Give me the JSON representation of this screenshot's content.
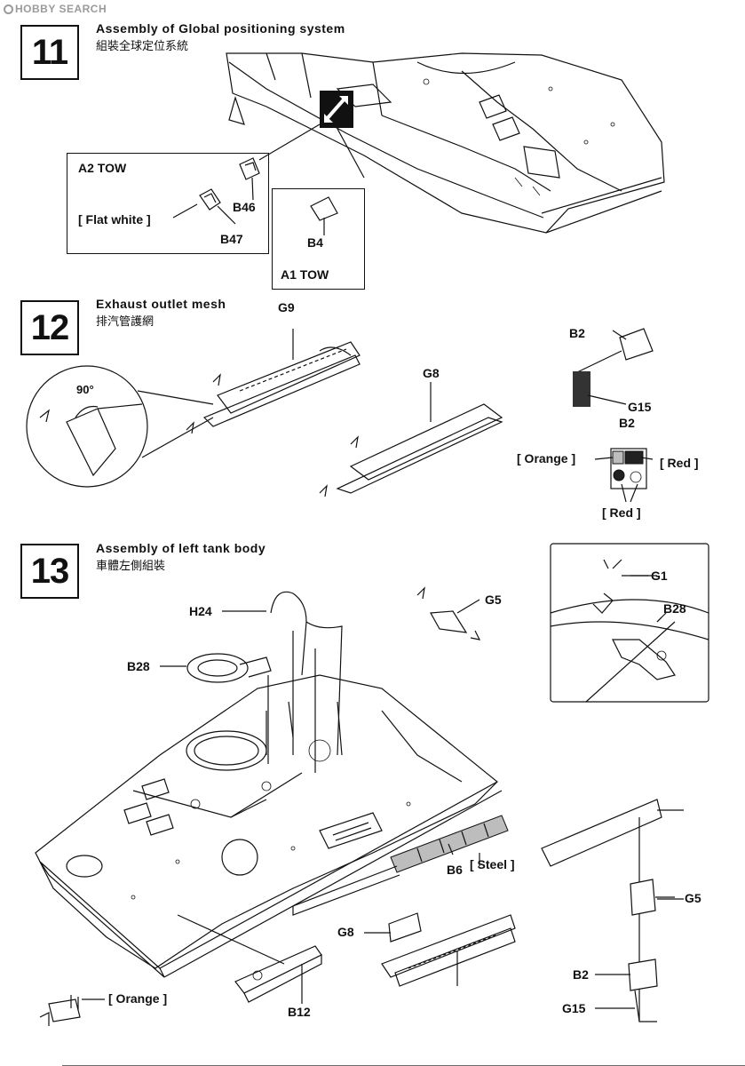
{
  "watermark": {
    "text": "HOBBY SEARCH"
  },
  "steps": [
    {
      "number": "11",
      "title": "Assembly of Global positioning system",
      "subtitle": "組裝全球定位系統"
    },
    {
      "number": "12",
      "title": "Exhaust outlet mesh",
      "subtitle": "排汽管護網"
    },
    {
      "number": "13",
      "title": "Assembly of left tank body",
      "subtitle": "車體左側組裝"
    }
  ],
  "step11": {
    "variant_a2": {
      "label": "A2 TOW",
      "paint": "[ Flat white ]",
      "parts": [
        "B46",
        "B47"
      ]
    },
    "variant_a1": {
      "label": "A1 TOW",
      "parts": [
        "B4"
      ]
    }
  },
  "step12": {
    "angle": "90°",
    "parts": [
      "G9",
      "G8",
      "B2",
      "G15",
      "B2"
    ],
    "paints": [
      "[ Orange ]",
      "[ Red ]",
      "[ Red ]"
    ]
  },
  "step13": {
    "parts": [
      "H24",
      "B28",
      "B6",
      "G5",
      "G1",
      "B28",
      "G8",
      "B12",
      "G5",
      "B2",
      "G15"
    ],
    "paints": [
      "[ Steel ]",
      "[ Orange ]"
    ]
  }
}
